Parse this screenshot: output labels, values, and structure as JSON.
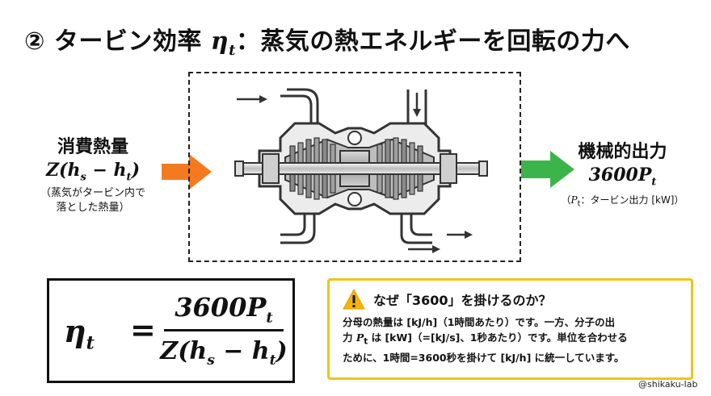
{
  "title": {
    "prefix": "② タービン効率 ",
    "symbol": "η",
    "symbol_sub": "t",
    "suffix": "：蒸気の熱エネルギーを回転の力へ"
  },
  "input": {
    "heading": "消費熱量",
    "formula_z": "Z(h",
    "formula_s": "s",
    "formula_mid": " − h",
    "formula_t": "t",
    "formula_end": ")",
    "note_line1": "（蒸気がタービン内で",
    "note_line2": "落とした熱量）"
  },
  "output": {
    "heading": "機械的出力",
    "formula": "3600P",
    "formula_sub": "t",
    "note_open": "（",
    "note_sym": "P",
    "note_sub": "t",
    "note_rest": "：タービン出力 [kW]）"
  },
  "equation": {
    "lhs": "η",
    "lhs_sub": "t",
    "equals": "=",
    "numerator": "3600P",
    "numerator_sub": "t",
    "den_a": "Z(h",
    "den_s": "s",
    "den_mid": " − h",
    "den_t": "t",
    "den_end": ")"
  },
  "info": {
    "icon": "warning-icon",
    "title": "なぜ「3600」を掛けるのか？",
    "line1": "分母の熱量は [kJ/h]（1時間あたり）です。一方、分子の出",
    "line2_pre": "力 ",
    "line2_sym": "P",
    "line2_sub": "t",
    "line2_post": " は [kW]（=[kJ/s]、1秒あたり）です。単位を合わせる",
    "line3": "ために、1時間=3600秒を掛けて [kJ/h] に統一しています。"
  },
  "credit": "@shikaku-lab",
  "colors": {
    "input_arrow": "#f47a20",
    "output_arrow": "#3bb54a",
    "info_border": "#f0c419",
    "warning_fill": "#f5b400"
  }
}
